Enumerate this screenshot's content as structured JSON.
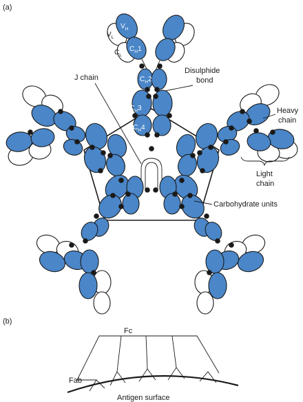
{
  "panels": {
    "a_label": "(a)",
    "b_label": "(b)"
  },
  "labels": {
    "j_chain": "J chain",
    "disulphide_line1": "Disulphide",
    "disulphide_line2": "bond",
    "heavy_line1": "Heavy",
    "heavy_line2": "chain",
    "light_line1": "Light",
    "light_line2": "chain",
    "carbohydrate": "Carbohydrate units",
    "fc": "Fc",
    "fab": "Fab",
    "antigen_surface": "Antigen surface"
  },
  "domains": {
    "vh_main": "V",
    "vh_sub": "H",
    "vl_main": "V",
    "vl_sub": "L",
    "cl_main": "C",
    "cl_sub": "L",
    "ch1_main": "C",
    "ch1_sub": "H",
    "ch1_num": "1",
    "ch2_main": "C",
    "ch2_sub": "H",
    "ch2_num": "2",
    "ch3_main": "C",
    "ch3_sub": "H",
    "ch3_num": "3",
    "ch4_main": "C",
    "ch4_sub": "H",
    "ch4_num": "4"
  },
  "colors": {
    "heavy_chain": "#4a86c8",
    "light_chain": "#ffffff",
    "outline": "#1a1a1a"
  }
}
